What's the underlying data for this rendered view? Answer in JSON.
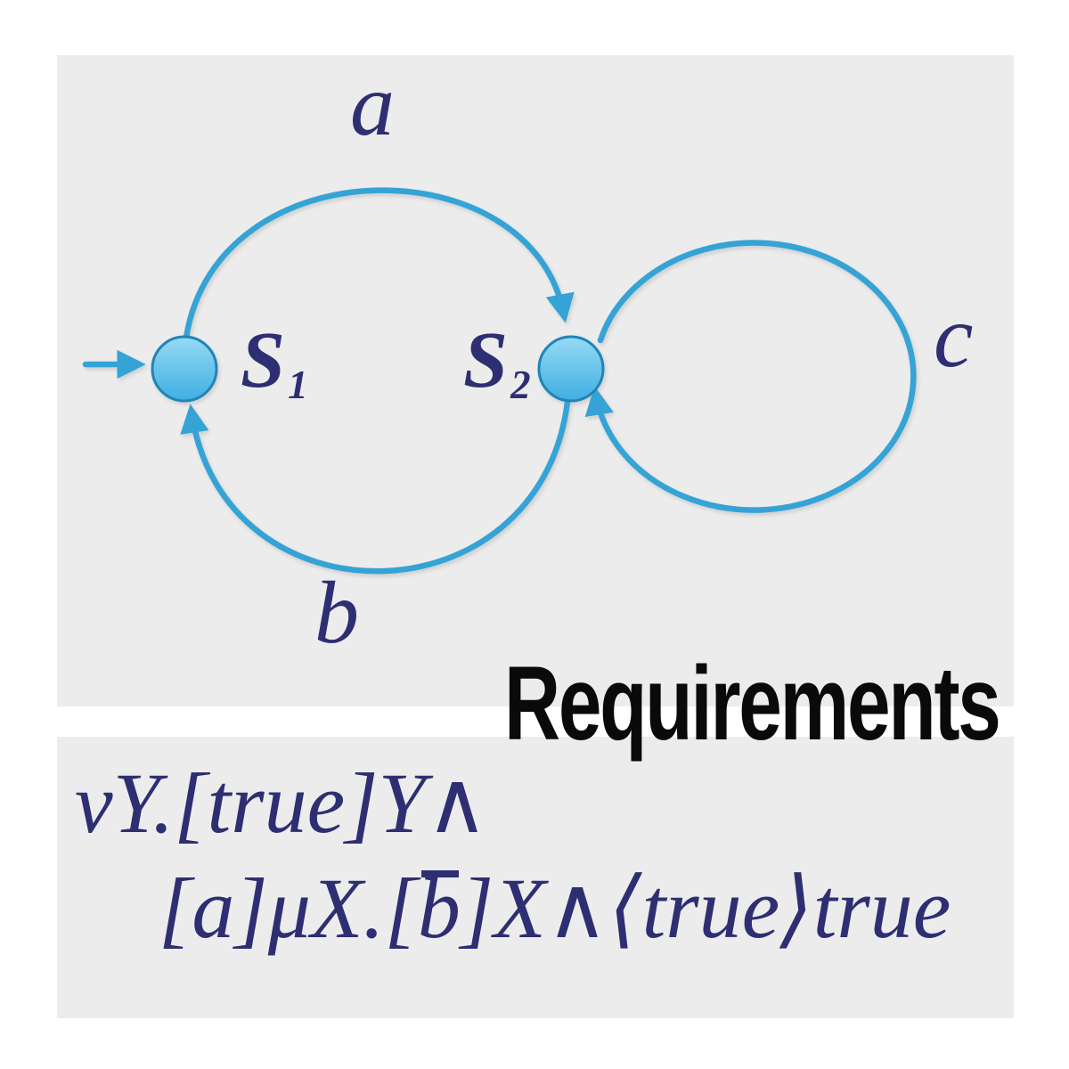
{
  "heading": {
    "label": "Requirements"
  },
  "diagram": {
    "states": [
      {
        "name": "S",
        "subscript": "1",
        "initial": true
      },
      {
        "name": "S",
        "subscript": "2",
        "initial": false
      }
    ],
    "transitions": [
      {
        "label": "a",
        "from": "S1",
        "to": "S2"
      },
      {
        "label": "b",
        "from": "S2",
        "to": "S1"
      },
      {
        "label": "c",
        "from": "S2",
        "to": "S2"
      }
    ],
    "colors": {
      "edge_blue": "#35a3d6",
      "node_fill_light": "#96daf3",
      "node_fill_dark": "#3fafe2",
      "node_border": "#2084b8",
      "label_navy": "#2e2e72",
      "panel_gray": "#ececec",
      "heading_black": "#0a0a0a",
      "page_background": "#ffffff"
    }
  },
  "formula": {
    "line1": "νY.[true]Y∧",
    "line2_prefix": "[a]μX.[",
    "line2_overlined": "b",
    "line2_suffix": "]X∧⟨true⟩true"
  }
}
